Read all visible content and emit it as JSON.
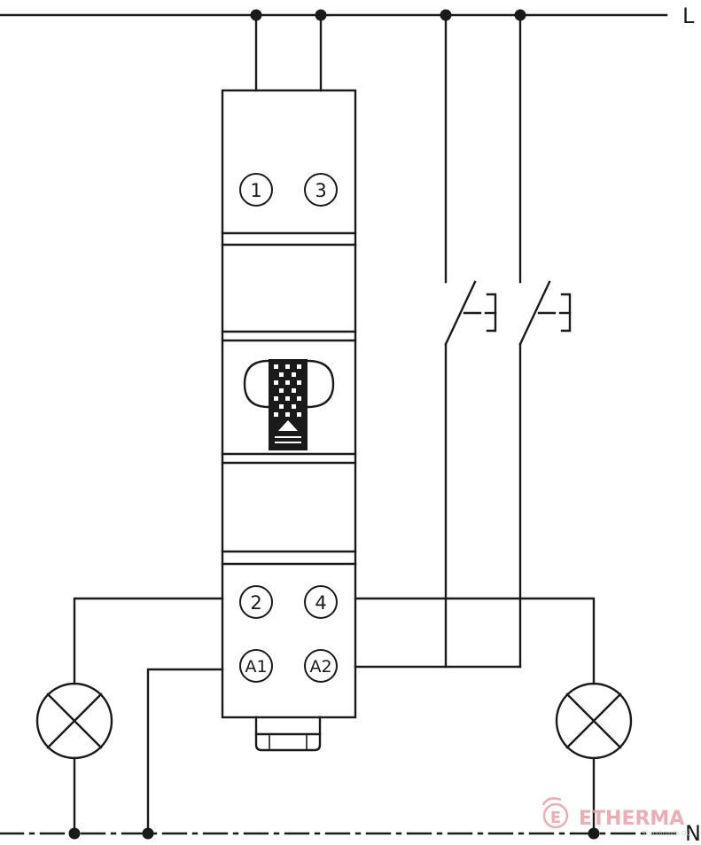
{
  "rails": {
    "line": "L",
    "neutral": "N"
  },
  "terminals": {
    "t1": "1",
    "t3": "3",
    "t2": "2",
    "t4": "4",
    "a1": "A1",
    "a2": "A2"
  },
  "watermark": {
    "brand": "ETHERMA",
    "tagline": "Skandinavia OÜ"
  },
  "colors": {
    "wire": "#1a1a1a",
    "watermark": "#e9a0a8"
  }
}
